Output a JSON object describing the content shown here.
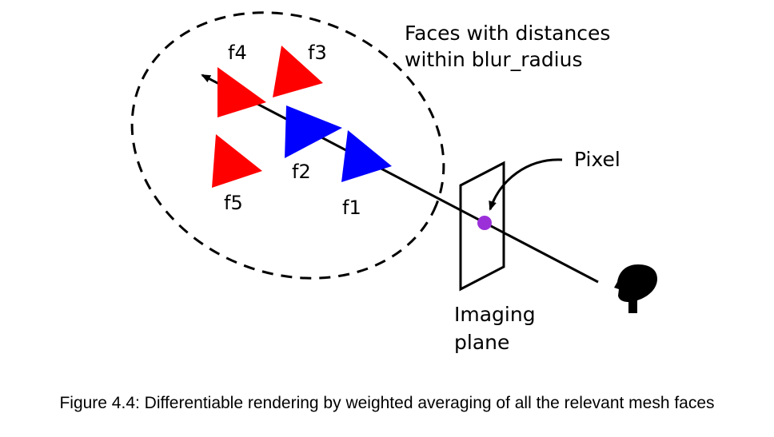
{
  "annotation": {
    "line1": "Faces with distances",
    "line2": "within blur_radius"
  },
  "labels": {
    "f1": "f1",
    "f2": "f2",
    "f3": "f3",
    "f4": "f4",
    "f5": "f5"
  },
  "pixel_label": "Pixel",
  "plane_label": {
    "line1": "Imaging",
    "line2": "plane"
  },
  "caption": "Figure 4.4: Differentiable rendering by weighted averaging of all the relevant mesh faces",
  "colors": {
    "near_face": "#0000ff",
    "far_face": "#ff0000",
    "pixel": "#9b30d9",
    "line": "#000000"
  },
  "icons": {
    "viewer": "head-silhouette-icon"
  }
}
